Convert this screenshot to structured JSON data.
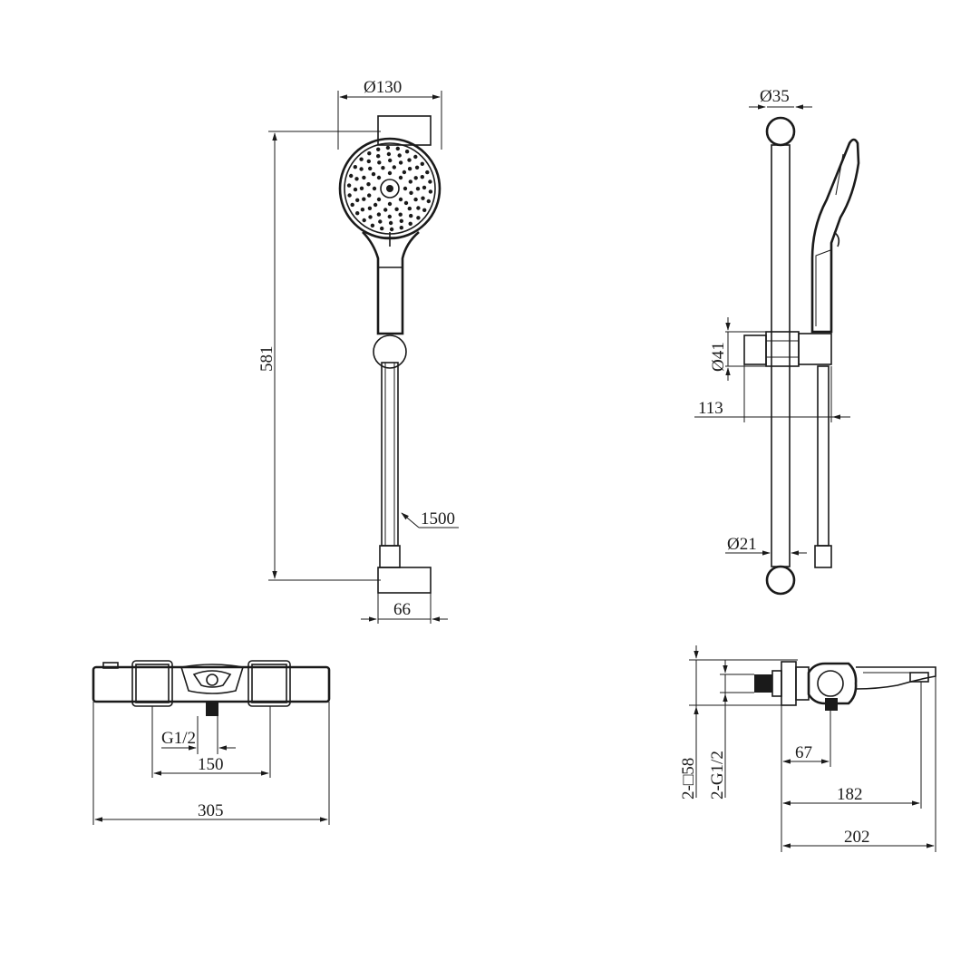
{
  "drawing": {
    "front": {
      "dia_head": "Ø130",
      "height": "581",
      "hose": "1500",
      "bracket": "66"
    },
    "side": {
      "dia_rail": "Ø35",
      "dia_holder": "Ø41",
      "offset": "113",
      "dia_hose": "Ø21"
    },
    "valve": {
      "inlet": "G1/2",
      "centers": "150",
      "width": "305"
    },
    "valve_side": {
      "square": "2-□58",
      "thread": "2-G1/2",
      "depth": "67",
      "spout": "182",
      "overall": "202"
    }
  }
}
